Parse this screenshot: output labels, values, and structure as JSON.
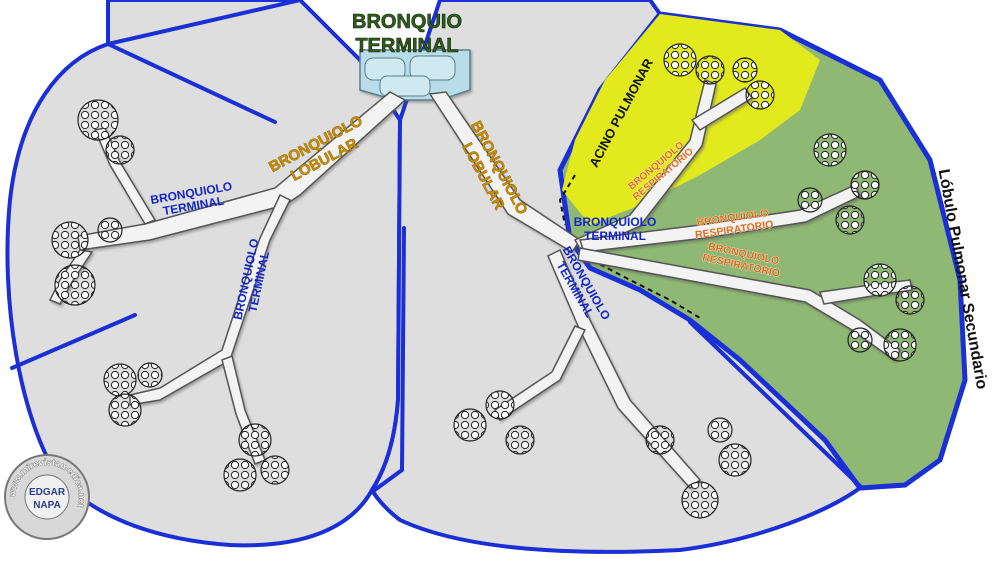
{
  "labels": {
    "bronquio_terminal_line1": "BRONQUIO",
    "bronquio_terminal_line2": "TERMINAL",
    "bronquiolo_lobular_left_line1": "BRONQUIOLO",
    "bronquiolo_lobular_left_line2": "LOBULAR",
    "bronquiolo_lobular_right_line1": "BRONQUIOLO",
    "bronquiolo_lobular_right_line2": "LOBULAR",
    "bronquiolo_terminal_a_line1": "BRONQUIOLO",
    "bronquiolo_terminal_a_line2": "TERMINAL",
    "bronquiolo_terminal_b_line1": "BRONQUIOLO",
    "bronquiolo_terminal_b_line2": "TERMINAL",
    "bronquiolo_terminal_c_line1": "BRONQUIOLO",
    "bronquiolo_terminal_c_line2": "TERMINAL",
    "bronquiolo_terminal_d_line1": "BRONQUIOLO",
    "bronquiolo_terminal_d_line2": "TERMINAL",
    "acino_pulmonar": "ACINO PULMONAR",
    "bronquiolo_respiratorio_a_line1": "BRONQUIOLO",
    "bronquiolo_respiratorio_a_line2": "RESPIRATORIO",
    "bronquiolo_respiratorio_b_line1": "BRONQUIOLO",
    "bronquiolo_respiratorio_b_line2": "RESPIRATORIO",
    "bronquiolo_respiratorio_c_line1": "BRONQUIOLO",
    "bronquiolo_respiratorio_c_line2": "RESPIRATORIO",
    "lobulo_pulmonar_secundario": "Lóbulo Pulmonar Secundario"
  },
  "watermark": {
    "ring_text": "www.mirevistamedica.net",
    "center_line1": "EDGAR",
    "center_line2": "NAPA"
  },
  "colors": {
    "lobule_fill": "#dedede",
    "septum_blue": "#1a2fd6",
    "acinus_yellow": "#e2ea1e",
    "secondary_lobule_green": "#8fb874",
    "airway_fill": "#f3f3f3",
    "bronchus_cartilage": "#b8dde8"
  }
}
